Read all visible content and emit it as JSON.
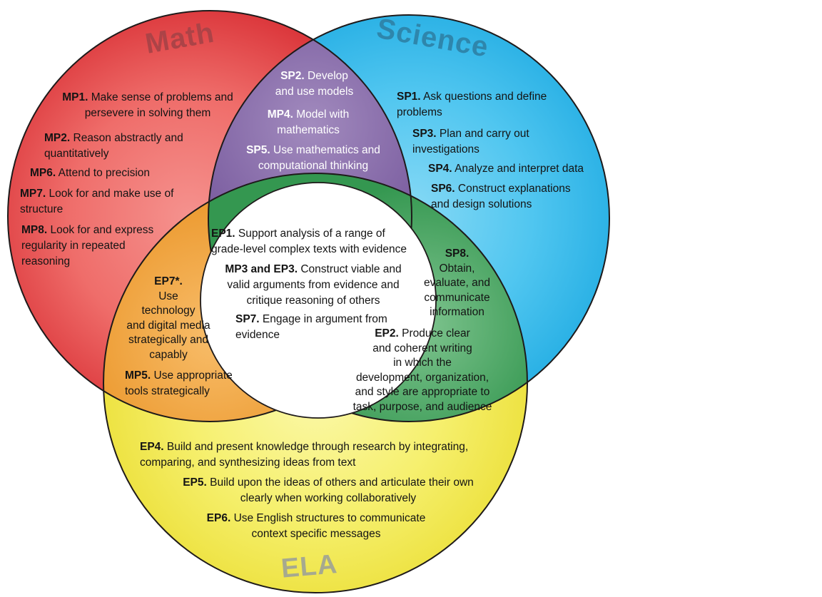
{
  "titles": {
    "math": "Math",
    "science": "Science",
    "ela": "ELA"
  },
  "colors": {
    "math_red": "#dd3a3e",
    "science_blue": "#2bb3e7",
    "ela_yellow": "#efe23d",
    "math_science_purple": "#7e62a2",
    "math_ela_orange": "#ef9d34",
    "science_ela_green": "#3c9c57",
    "center_white": "#ffffff",
    "math_title": "#ac4347",
    "science_title": "#2e86ac",
    "ela_title": "#a6a98f"
  },
  "regions": {
    "math": {
      "name": "Math",
      "items": [
        {
          "code": "MP1.",
          "text": "Make sense of problems and persevere in solving them"
        },
        {
          "code": "MP2.",
          "text": "Reason abstractly and quantitatively"
        },
        {
          "code": "MP6.",
          "text": "Attend to precision"
        },
        {
          "code": "MP7.",
          "text": "Look for and make use of structure"
        },
        {
          "code": "MP8.",
          "text": "Look for and express regularity in repeated reasoning"
        }
      ]
    },
    "science": {
      "name": "Science",
      "items": [
        {
          "code": "SP1.",
          "text": "Ask questions and define problems"
        },
        {
          "code": "SP3.",
          "text": "Plan and carry out investigations"
        },
        {
          "code": "SP4.",
          "text": "Analyze and interpret data"
        },
        {
          "code": "SP6.",
          "text": "Construct explanations and design solutions"
        }
      ]
    },
    "math_science": {
      "name": "Math + Science",
      "items": [
        {
          "code": "SP2.",
          "lines": [
            "Develop",
            "and use models"
          ]
        },
        {
          "code": "MP4.",
          "lines": [
            "Model with",
            "mathematics"
          ]
        },
        {
          "code": "SP5.",
          "lines": [
            "Use mathematics and",
            "computational thinking"
          ]
        }
      ]
    },
    "center": {
      "name": "Math + Science + ELA",
      "items": [
        {
          "code": "EP1.",
          "text": "Support analysis of a range of grade-level complex texts with evidence"
        },
        {
          "code": "MP3 and EP3.",
          "text": "Construct viable and valid arguments from evidence and critique reasoning of others"
        },
        {
          "code": "SP7.",
          "text": "Engage in argument from evidence"
        }
      ]
    },
    "math_ela": {
      "name": "Math + ELA",
      "items": [
        {
          "code": "EP7*.",
          "lines": [
            "Use",
            "technology",
            "and digital media",
            "strategically and",
            "capably"
          ]
        },
        {
          "code": "MP5.",
          "text": "Use appropriate tools strategically"
        }
      ]
    },
    "science_ela": {
      "name": "Science + ELA",
      "items": [
        {
          "code": "SP8.",
          "lines": [
            "Obtain,",
            "evaluate, and",
            "communicate",
            "information"
          ]
        },
        {
          "code": "EP2.",
          "lines": [
            "Produce clear",
            "and coherent writing",
            "in which the",
            "development, organization,",
            "and style are appropriate to",
            "task, purpose, and audience"
          ]
        }
      ]
    },
    "ela": {
      "name": "ELA",
      "items": [
        {
          "code": "EP4.",
          "text": "Build and present knowledge through research by integrating, comparing, and synthesizing ideas from text"
        },
        {
          "code": "EP5.",
          "text": "Build upon the ideas of others and articulate their own clearly when working collaboratively"
        },
        {
          "code": "EP6.",
          "text": "Use English structures to communicate context specific messages"
        }
      ]
    }
  }
}
